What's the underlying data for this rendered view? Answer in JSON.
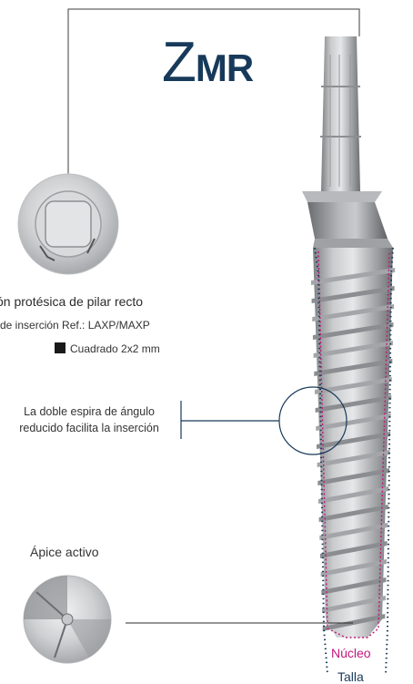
{
  "brand": {
    "prefix": "Z",
    "suffix": "MR"
  },
  "connection": {
    "title": "ón protésica de pilar recto",
    "insertion": "de inserción Ref.: LAXP/MAXP",
    "square": "Cuadrado 2x2 mm"
  },
  "thread_note": {
    "line1": "La doble espira de ángulo",
    "line2": "reducido facilita la inserción"
  },
  "apex": {
    "label": "Ápice activo"
  },
  "legend": {
    "core": "Núcleo",
    "size": "Talla"
  },
  "colors": {
    "brand": "#183a5a",
    "core_outline": "#c2187d",
    "size_outline": "#183a5a"
  }
}
